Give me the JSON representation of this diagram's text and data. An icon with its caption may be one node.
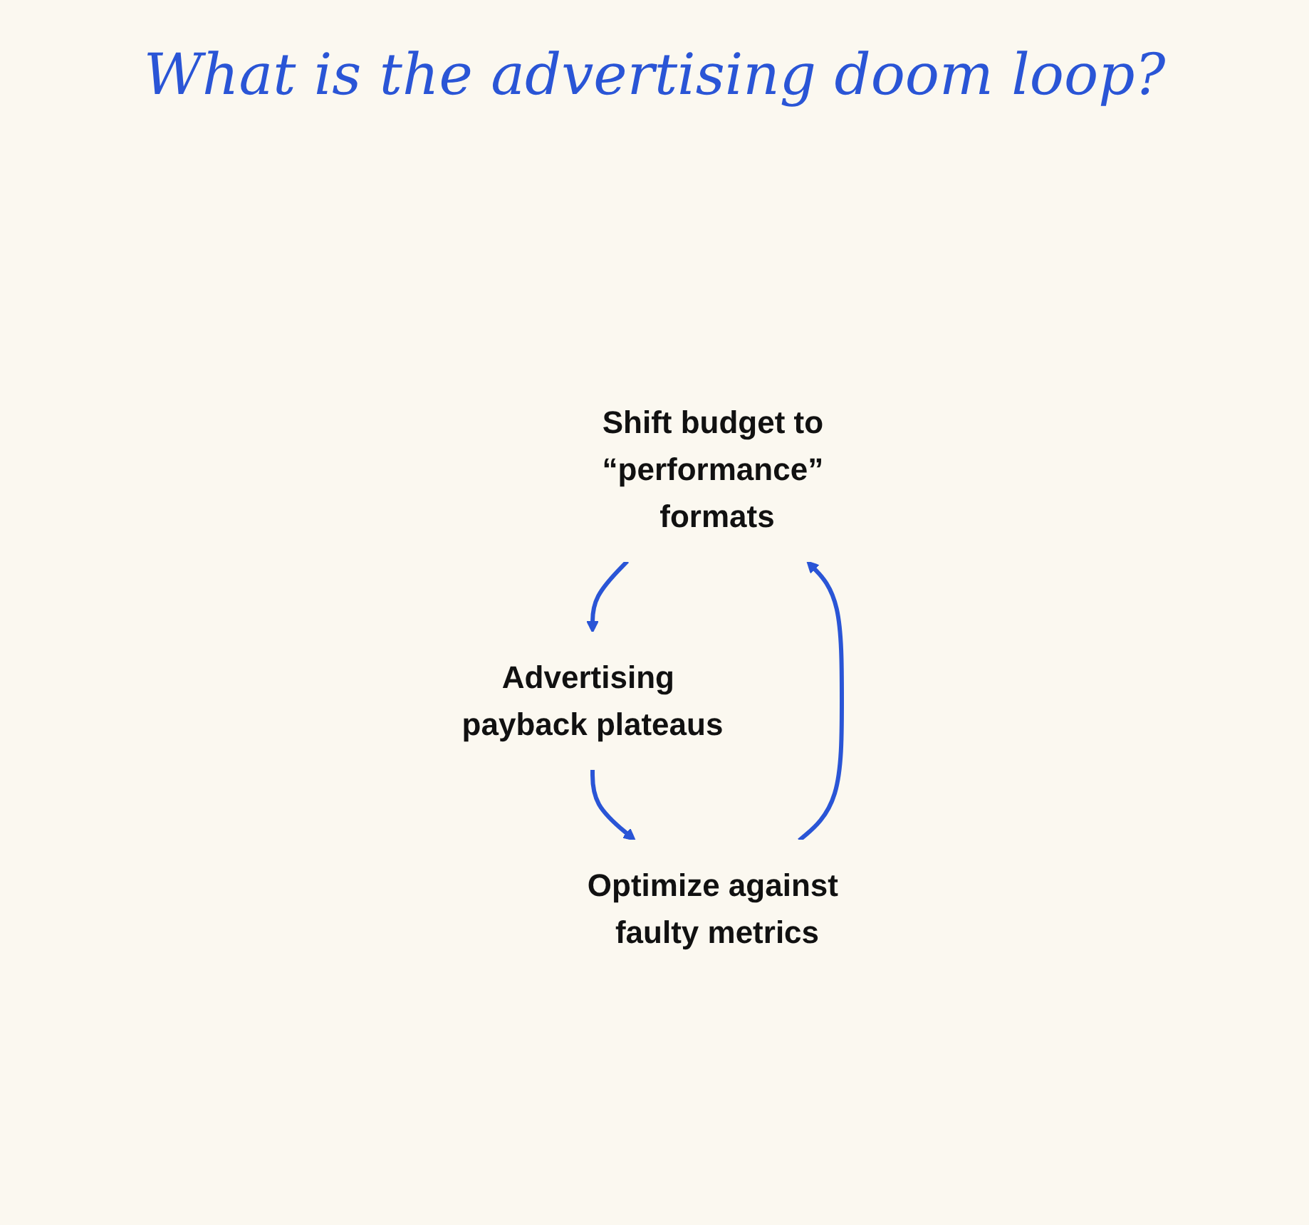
{
  "diagram": {
    "title": "What is the advertising doom loop?",
    "nodes": [
      {
        "text": [
          "Shift budget to “performance” formats"
        ]
      },
      {
        "text": [
          "Advertising payback plateaus"
        ]
      },
      {
        "text": [
          "Optimize against faulty metrics"
        ]
      }
    ],
    "edges": [
      {
        "from": 0,
        "to": 1,
        "arrow": "to"
      },
      {
        "from": 1,
        "to": 2,
        "arrow": "to"
      },
      {
        "from": 2,
        "to": 0,
        "arrow": "to"
      }
    ]
  }
}
